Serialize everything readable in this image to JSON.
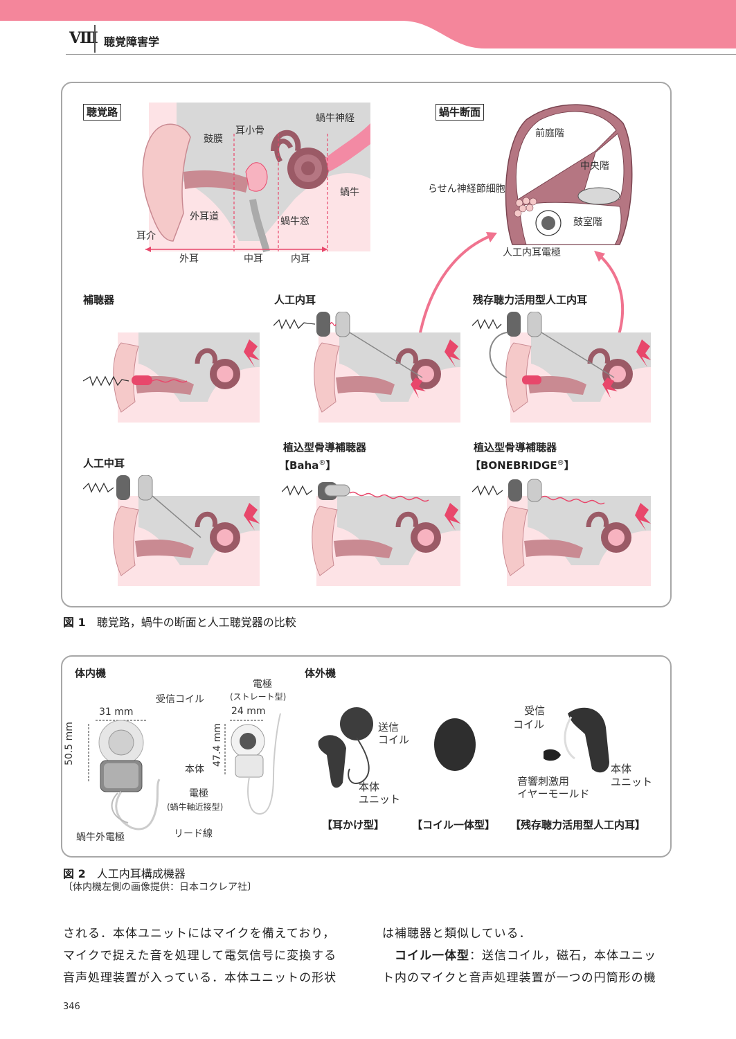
{
  "header": {
    "chapter_number": "Ⅷ",
    "chapter_title": "聴覚障害学"
  },
  "figure1": {
    "caption_number": "図 1",
    "caption_text": "聴覚路，蝸牛の断面と人工聴覚器の比較",
    "pathway": {
      "tag": "聴覚路",
      "labels": {
        "tympanic": "鼓膜",
        "ossicles": "耳小骨",
        "cochlear_nerve": "蝸牛神経",
        "cochlea": "蝸牛",
        "ear_canal": "外耳道",
        "auricle": "耳介",
        "round_window": "蝸牛窓",
        "outer": "外耳",
        "middle": "中耳",
        "inner": "内耳"
      }
    },
    "section": {
      "tag": "蝸牛断面",
      "labels": {
        "vestibuli": "前庭階",
        "media": "中央階",
        "ganglion": "らせん神経節細胞",
        "tympani": "鼓室階",
        "electrode": "人工内耳電極"
      }
    },
    "devices": {
      "hearing_aid": "補聴器",
      "cochlear_implant": "人工内耳",
      "eas": "残存聴力活用型人工内耳",
      "middle_ear": "人工中耳",
      "baha_l1": "植込型骨導補聴器",
      "baha_l2": "【Baha",
      "baha_reg": "®",
      "baha_end": "】",
      "bb_l1": "植込型骨導補聴器",
      "bb_l2": "【BONEBRIDGE",
      "bb_reg": "®",
      "bb_end": "】"
    }
  },
  "figure2": {
    "caption_number": "図 2",
    "caption_text": "人工内耳構成機器",
    "credit": "〔体内機左側の画像提供：日本コクレア社〕",
    "internal": {
      "title": "体内機",
      "labels": {
        "receiver_coil": "受信コイル",
        "width1": "31 mm",
        "height1": "50.5 mm",
        "body": "本体",
        "electrode_mod1": "電極",
        "electrode_mod2": "(蝸牛軸近接型)",
        "extra_electrode": "蝸牛外電極",
        "lead": "リード線",
        "electrode_str1": "電極",
        "electrode_str2": "(ストレート型)",
        "width2": "24 mm",
        "height2": "47.4 mm"
      }
    },
    "external": {
      "title": "体外機",
      "labels": {
        "transmit1": "送信",
        "transmit2": "コイル",
        "unit1a": "本体",
        "unit1b": "ユニット",
        "recv1": "受信",
        "recv2": "コイル",
        "unit2a": "本体",
        "unit2b": "ユニット",
        "mold1": "音響刺激用",
        "mold2": "イヤーモールド"
      },
      "types": [
        "【耳かけ型】",
        "【コイル一体型】",
        "【残存聴力活用型人工内耳】"
      ]
    }
  },
  "body": {
    "col1": [
      "される．本体ユニットにはマイクを備えており，",
      "マイクで捉えた音を処理して電気信号に変換する",
      "音声処理装置が入っている．本体ユニットの形状"
    ],
    "col2_line1": "は補聴器と類似している．",
    "col2_bold": "コイル一体型",
    "col2_line2_rest": "：送信コイル，磁石，本体ユニッ",
    "col2_line3": "ト内のマイクと音声処理装置が一つの円筒形の機"
  },
  "page_number": "346",
  "colors": {
    "accent": "#f08aa0",
    "skin": "#f5c9c9",
    "bone": "#9b5a66",
    "nerve": "#e8476b",
    "device_dark": "#555555",
    "device_light": "#c8c8c8"
  }
}
